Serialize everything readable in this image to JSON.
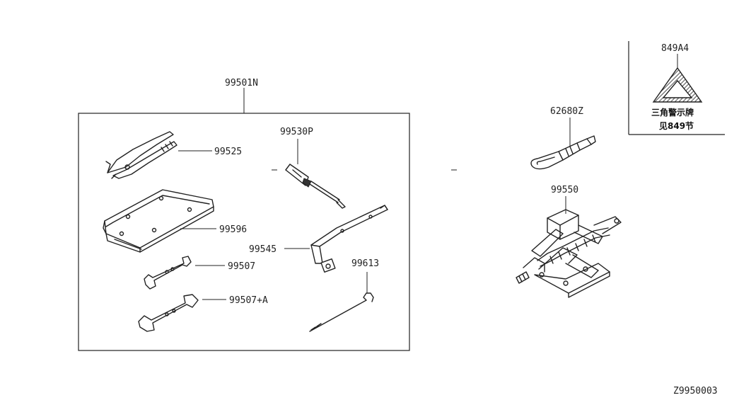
{
  "kit": {
    "part_number": "99501N",
    "parts": {
      "pliers": "99525",
      "screwdriver": "99530P",
      "tool_bag": "99596",
      "wheel_wrench": "99545",
      "spanner_1": "99507",
      "spanner_2": "99507+A",
      "hook_rod": "99613"
    }
  },
  "tow_hook": {
    "part_number": "62680Z"
  },
  "jack": {
    "part_number": "99550"
  },
  "warning_triangle": {
    "part_number": "849A4",
    "caption_line1": "三角警示牌",
    "caption_line2": "见849节"
  },
  "drawing_id": "Z9950003"
}
